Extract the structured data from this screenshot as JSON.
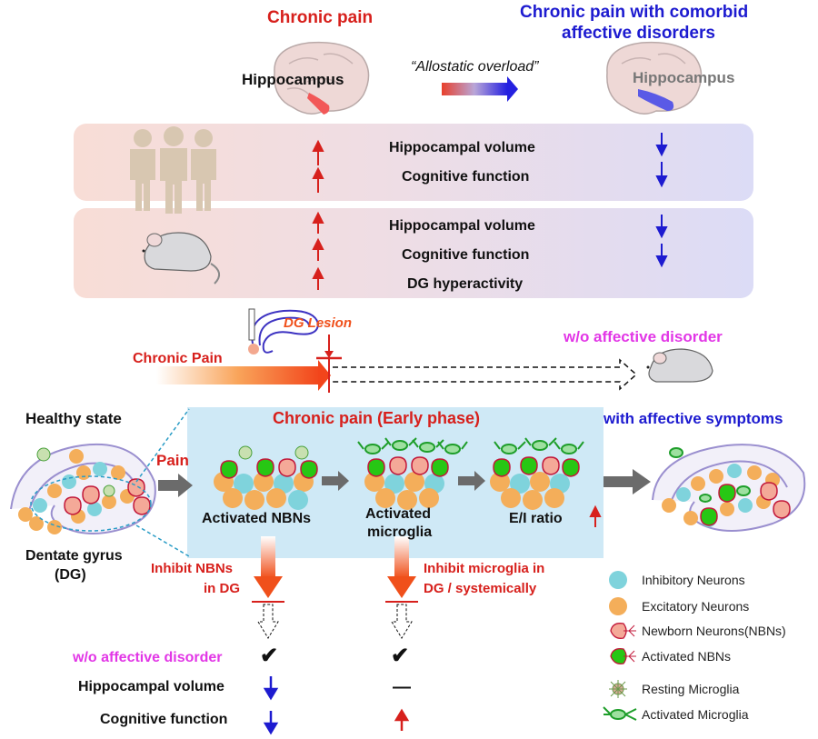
{
  "header": {
    "left_title": "Chronic pain",
    "right_title_line1": "Chronic pain with comorbid",
    "right_title_line2": "affective disorders",
    "left_brain_label": "Hippocampus",
    "right_brain_label": "Hippocampus",
    "overload_label": "“Allostatic overload”"
  },
  "human_panel": {
    "rows": [
      "Hippocampal volume",
      "Cognitive function"
    ],
    "left_arrows": [
      "up",
      "up"
    ],
    "right_arrows": [
      "down",
      "down"
    ]
  },
  "rodent_panel": {
    "rows": [
      "Hippocampal volume",
      "Cognitive function",
      "DG hyperactivity"
    ],
    "left_arrows": [
      "up",
      "up",
      "up"
    ],
    "right_arrows": [
      "down",
      "down"
    ]
  },
  "lesion": {
    "dg_lesion_label": "DG Lesion",
    "chronic_pain_label": "Chronic Pain",
    "outcome_label": "w/o affective disorder"
  },
  "mechanism": {
    "healthy_state": "Healthy state",
    "dentate_gyrus_line1": "Dentate gyrus",
    "dentate_gyrus_line2": "(DG)",
    "pain_label": "Pain",
    "early_phase_title": "Chronic pain (Early phase)",
    "stage1": "Activated NBNs",
    "stage2_line1": "Activated",
    "stage2_line2": "microglia",
    "stage3": "E/I ratio",
    "with_affective": "with affective symptoms"
  },
  "interventions": {
    "inhibit_nbns_line1": "Inhibit NBNs",
    "inhibit_nbns_line2": "in DG",
    "inhibit_microglia_line1": "Inhibit microglia in",
    "inhibit_microglia_line2": "DG / systemically"
  },
  "outcomes": {
    "labels": [
      "w/o affective disorder",
      "Hippocampal volume",
      "Cognitive function"
    ],
    "nbn_col": [
      "check",
      "down",
      "down"
    ],
    "microglia_col": [
      "check",
      "none",
      "up"
    ],
    "check_symbol": "✔",
    "dash_symbol": "—"
  },
  "legend": [
    {
      "label": "Inhibitory Neurons",
      "icon": "cyan-circle"
    },
    {
      "label": "Excitatory Neurons",
      "icon": "orange-circle"
    },
    {
      "label": "Newborn Neurons(NBNs)",
      "icon": "pink-neuron"
    },
    {
      "label": "Activated NBNs",
      "icon": "green-neuron"
    },
    {
      "label": "Resting Microglia",
      "icon": "resting-microglia"
    },
    {
      "label": "Activated Microglia",
      "icon": "activated-microglia"
    }
  ],
  "colors": {
    "red": "#d7201c",
    "blue": "#1d1bd0",
    "magenta": "#e236e6",
    "inhibitory": "#7fd3dc",
    "excitatory": "#f4ae5a",
    "nbn": "#f2a59a",
    "activated_nbn": "#22c40e"
  }
}
